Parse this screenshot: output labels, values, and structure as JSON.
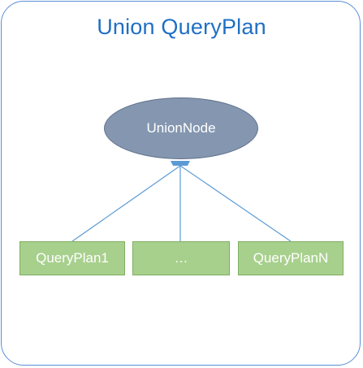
{
  "diagram": {
    "title": "Union QueryPlan",
    "root": {
      "label": "UnionNode"
    },
    "children": [
      {
        "label": "QueryPlan1"
      },
      {
        "label": "…"
      },
      {
        "label": "QueryPlanN"
      }
    ]
  },
  "colors": {
    "title": "#1f6fc4",
    "frame_border": "#5b8fd6",
    "root_fill": "#8597b0",
    "child_fill": "#a8d08d",
    "connector": "#5b9bd5"
  }
}
